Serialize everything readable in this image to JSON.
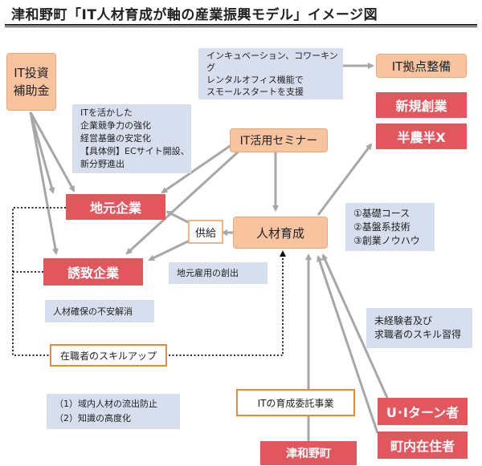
{
  "title": "津和野町「IT人材育成が軸の産業振興モデル」イメージ図",
  "nodes": {
    "it_subsidy": "IT投資\n補助金",
    "it_base": "IT拠点整備",
    "new_business": "新規創業",
    "half_farm": "半農半X",
    "it_seminar": "IT活用セミナー",
    "local_company": "地元企業",
    "supply": "供給",
    "hr_development": "人材育成",
    "invited_company": "誘致企業",
    "skillup": "在職者のスキルアップ",
    "it_training_contract": "ITの育成委託事業",
    "tsuwano_town": "津和野町",
    "ui_turn": "U･Iターン者",
    "town_residents": "町内在住者"
  },
  "notes": {
    "incubation": "インキュベーション、コワーキング\nレンタルオフィス機能で\nスモールスタートを支援",
    "it_utilize": "ITを活かした\n企業競争力の強化\n経営基盤の安定化\n【具体例】ECサイト開設、\n新分野進出",
    "courses": "①基礎コース\n②基盤系技術\n③創業ノウハウ",
    "local_employment": "地元雇用の創出",
    "hr_shortage": "人材確保の不安解消",
    "inexperienced": "未経験者及び\n求職者のスキル習得",
    "outcomes": "（1）域内人材の流出防止\n（2）知識の高度化"
  }
}
